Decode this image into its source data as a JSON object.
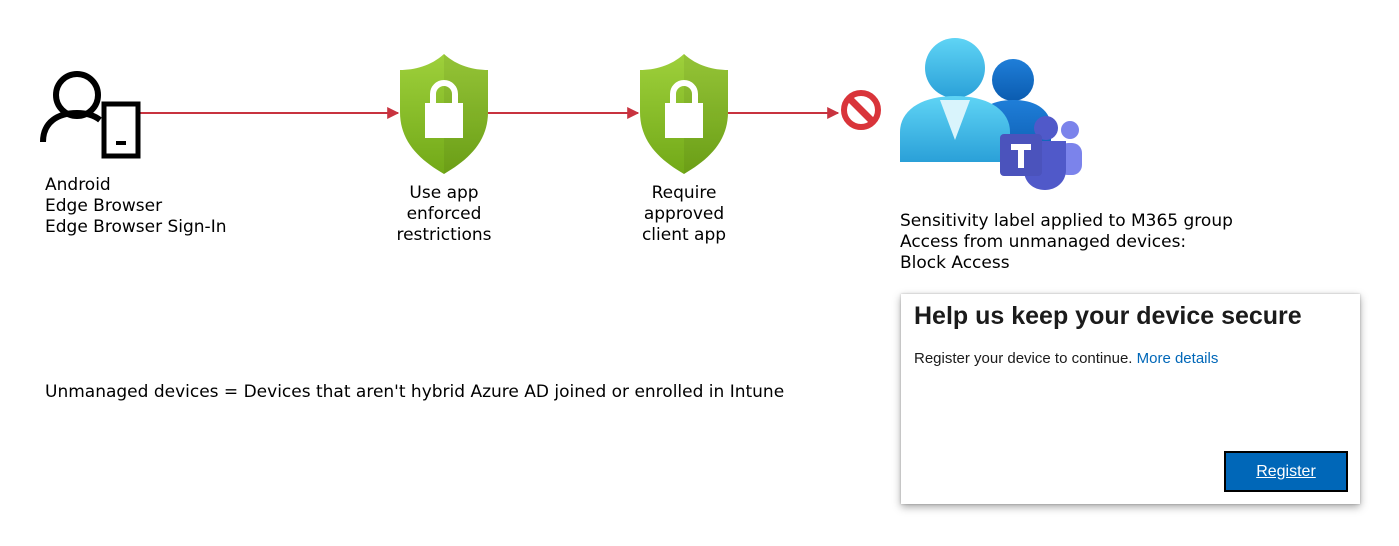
{
  "device": {
    "lines": [
      "Android",
      "Edge Browser",
      "Edge Browser Sign-In"
    ]
  },
  "policies": [
    {
      "lines": [
        "Use app",
        "enforced",
        "restrictions"
      ]
    },
    {
      "lines": [
        "Require",
        "approved",
        "client app"
      ]
    }
  ],
  "target": {
    "lines": [
      "Sensitivity label applied to M365 group",
      "Access from unmanaged devices:",
      "Block Access"
    ]
  },
  "footnote": "Unmanaged devices = Devices that aren't hybrid Azure AD joined or enrolled in Intune",
  "dialog": {
    "title": "Help us keep your device secure",
    "message": "Register your device to continue.",
    "link": "More details",
    "button": "Register"
  },
  "colors": {
    "arrow": "#c8333f",
    "shield": "#86bc26",
    "block": "#d9343a",
    "teams": "#5059c9",
    "link": "#0067b8"
  },
  "icons": [
    "user-icon",
    "phone-icon",
    "lock-shield-icon",
    "block-icon",
    "users-icon",
    "teams-icon"
  ]
}
